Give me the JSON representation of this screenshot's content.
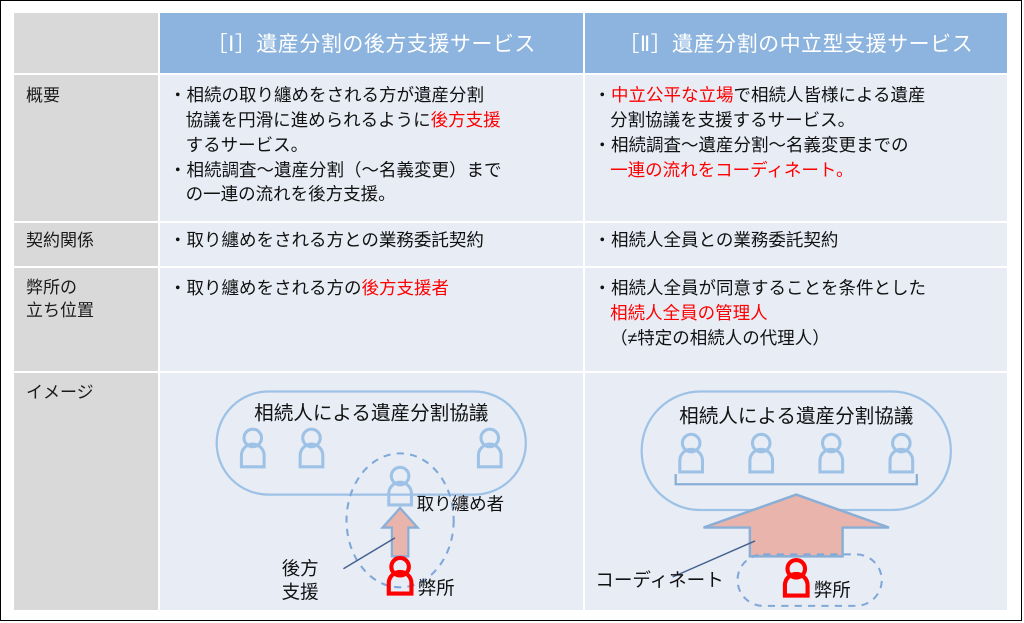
{
  "table": {
    "header": {
      "blank_label": "",
      "columns": [
        "［Ⅰ］遺産分割の後方支援サービス",
        "［Ⅱ］遺産分割の中立型支援サービス"
      ]
    },
    "rows": [
      {
        "label": "概要",
        "left": {
          "lines": [
            {
              "text": "・相続の取り纏めをされる方が遺産分割",
              "indent": false
            },
            {
              "text": "協議を円滑に進められるように",
              "indent": true,
              "tail": "後方支援",
              "tail_color": "red"
            },
            {
              "text": "するサービス。",
              "indent": true
            },
            {
              "text": "・相続調査〜遺産分割（〜名義変更）まで",
              "indent": false
            },
            {
              "text": "の一連の流れを後方支援。",
              "indent": true
            }
          ]
        },
        "right": {
          "lines": [
            {
              "text": "・",
              "indent": false,
              "lead": "中立公平な立場",
              "lead_color": "red",
              "rest": "で相続人皆様による遺産"
            },
            {
              "text": "分割協議を支援するサービス。",
              "indent": true
            },
            {
              "text": "・相続調査〜遺産分割〜名義変更までの",
              "indent": false
            },
            {
              "text": "一連の流れをコーディネート。",
              "indent": true,
              "color": "red"
            }
          ]
        }
      },
      {
        "label": "契約関係",
        "left": {
          "lines": [
            {
              "text": "・取り纏めをされる方との業務委託契約",
              "indent": false
            }
          ]
        },
        "right": {
          "lines": [
            {
              "text": "・相続人全員との業務委託契約",
              "indent": false
            }
          ]
        }
      },
      {
        "label": "弊所の\n立ち位置",
        "left": {
          "lines": [
            {
              "text": "・取り纏めをされる方の",
              "indent": false,
              "tail": "後方支援者",
              "tail_color": "red"
            }
          ]
        },
        "right": {
          "lines": [
            {
              "text": "・相続人全員が同意することを条件とした",
              "indent": false
            },
            {
              "text": "相続人全員の管理人",
              "indent": true,
              "color": "red"
            },
            {
              "text": "（≠特定の相続人の代理人）",
              "indent": true
            }
          ]
        }
      },
      {
        "label": "イメージ",
        "left": {
          "diagram": "diagram-left"
        },
        "right": {
          "diagram": "diagram-right"
        }
      }
    ]
  },
  "diagrams": {
    "left": {
      "group_label": "相続人による遺産分割協議",
      "coordinator_label": "取り纏め者",
      "arrow_label_line1": "後方",
      "arrow_label_line2": "支援",
      "firm_label": "弊所",
      "people_count": 4
    },
    "right": {
      "group_label": "相続人による遺産分割協議",
      "arrow_label": "コーディネート",
      "firm_label": "弊所",
      "people_count": 4
    }
  },
  "colors": {
    "header_blue": "#8cb4de",
    "label_gray": "#d9d9d9",
    "cell_bg": "#e8edf5",
    "accent_red": "#ff0000",
    "figure_blue": "#9ec2e6",
    "arrow_fill": "#e8b4ac",
    "arrow_stroke": "#8aafd6"
  }
}
